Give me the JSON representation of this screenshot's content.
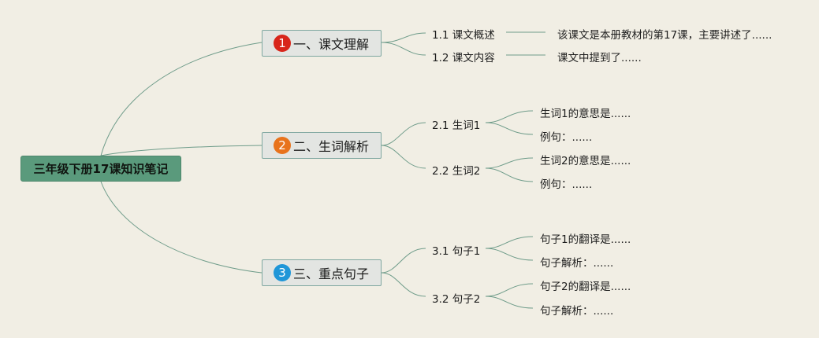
{
  "root": {
    "label": "三年级下册17课知识笔记"
  },
  "colors": {
    "line": "#6f9c8a",
    "root_fill": "#5a9a7c",
    "badge1": "#d8261b",
    "badge2": "#e8731c",
    "badge3": "#1f96d8"
  },
  "branches": [
    {
      "badge": "1",
      "label": "一、课文理解",
      "subs": [
        {
          "label": "1.1 课文概述",
          "leaves": [
            "该课文是本册教材的第17课，主要讲述了......"
          ]
        },
        {
          "label": "1.2 课文内容",
          "leaves": [
            "课文中提到了......"
          ]
        }
      ]
    },
    {
      "badge": "2",
      "label": "二、生词解析",
      "subs": [
        {
          "label": "2.1 生词1",
          "leaves": [
            "生词1的意思是......",
            "例句：......"
          ]
        },
        {
          "label": "2.2 生词2",
          "leaves": [
            "生词2的意思是......",
            "例句：......"
          ]
        }
      ]
    },
    {
      "badge": "3",
      "label": "三、重点句子",
      "subs": [
        {
          "label": "3.1 句子1",
          "leaves": [
            "句子1的翻译是......",
            "句子解析：......"
          ]
        },
        {
          "label": "3.2 句子2",
          "leaves": [
            "句子2的翻译是......",
            "句子解析：......"
          ]
        }
      ]
    }
  ]
}
